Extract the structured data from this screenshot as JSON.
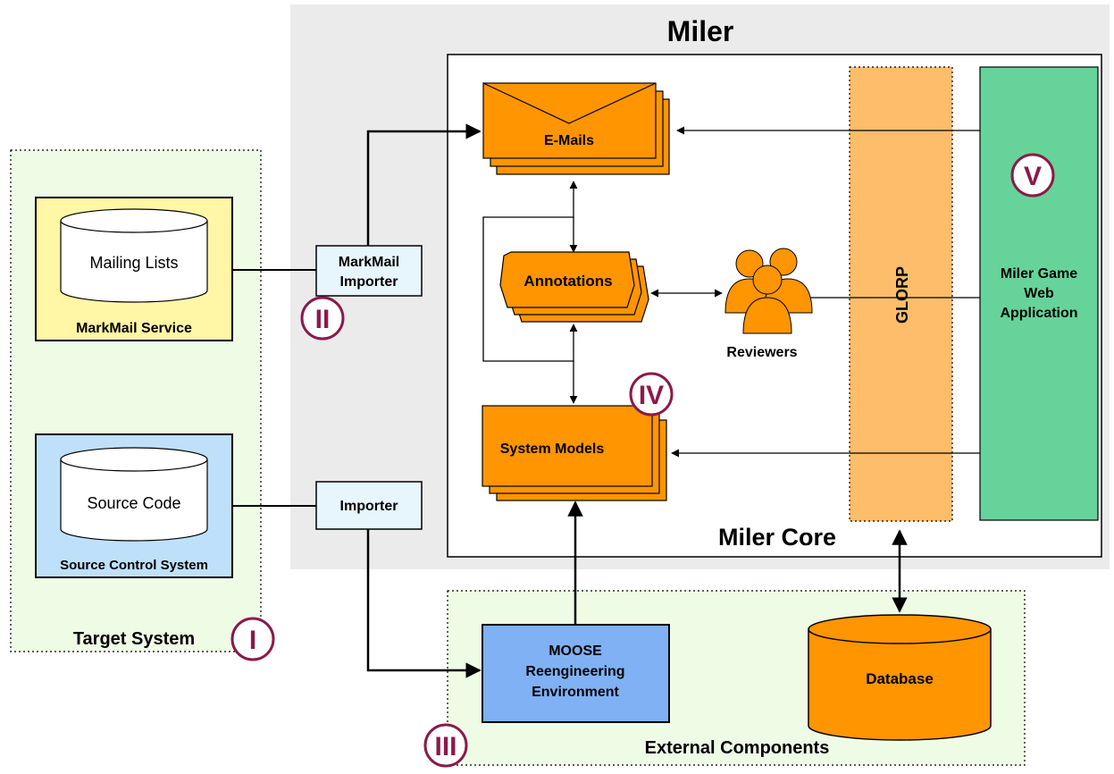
{
  "miler": {
    "title": "Miler",
    "core_label": "Miler Core",
    "glorp_label": "GLORP",
    "webapp_label": [
      "Miler Game",
      "Web",
      "Application"
    ],
    "emails_label": "E-Mails",
    "annotations_label": "Annotations",
    "system_models_label": "System Models",
    "reviewers_label": "Reviewers"
  },
  "target_system": {
    "label": "Target System",
    "markmail_service": {
      "label": "MarkMail Service",
      "store_label": "Mailing Lists"
    },
    "source_control": {
      "label": "Source Control System",
      "store_label": "Source Code"
    }
  },
  "importers": {
    "markmail_importer": [
      "MarkMail",
      "Importer"
    ],
    "importer": "Importer"
  },
  "external_components": {
    "label": "External Components",
    "moose": [
      "MOOSE",
      "Reengineering",
      "Environment"
    ],
    "database": "Database"
  },
  "markers": [
    "I",
    "II",
    "III",
    "IV",
    "V"
  ],
  "colors": {
    "orange": "#ff9500",
    "glorp": "#fdbd6a",
    "webapp_green": "#66d49a",
    "yellow_box": "#fff6a6",
    "blue_box": "#bfe0fb",
    "importer_box": "#e6f6fc",
    "moose_blue": "#80b1f4",
    "miler_bg": "#ebebeb",
    "green_region": "#eefbe5",
    "marker": "#8b1a4a"
  }
}
